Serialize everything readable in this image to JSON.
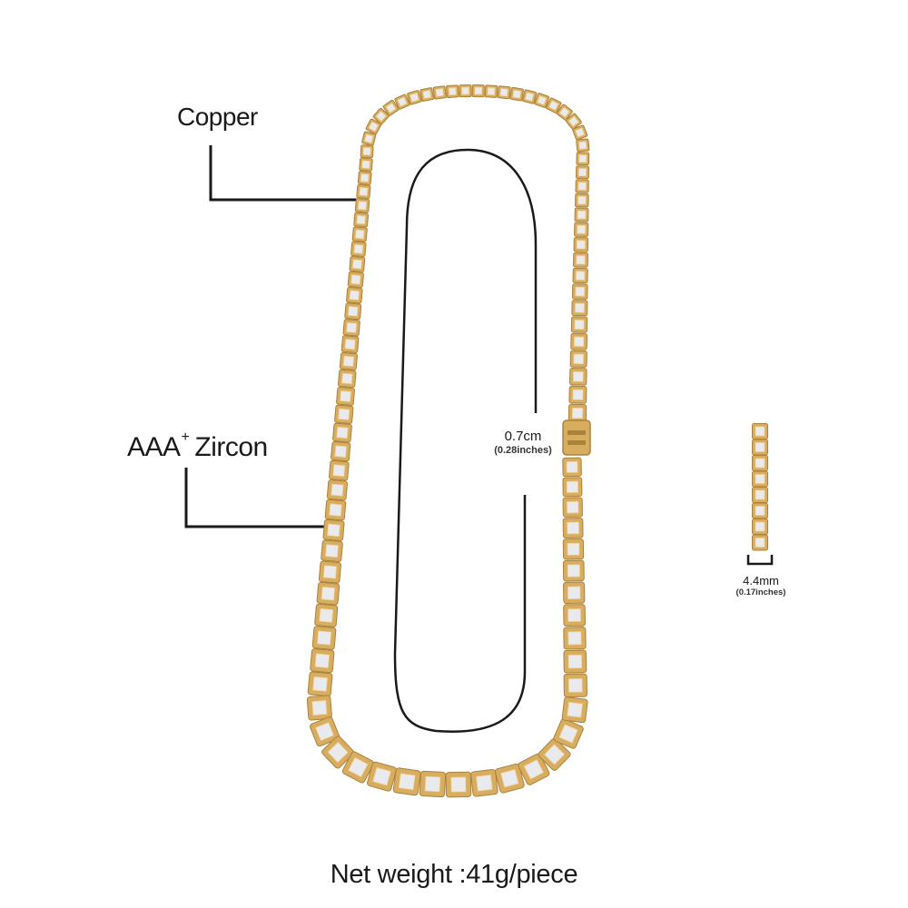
{
  "labels": {
    "copper": "Copper",
    "zircon_grade": "AAA",
    "zircon_superscript": "+",
    "zircon_name": "Zircon"
  },
  "dimensions": {
    "chain_width": "0.7cm",
    "chain_width_inches": "(0.28inches)",
    "stone_size": "4.4mm",
    "stone_size_inches": "(0.17inches)"
  },
  "caption": "Net weight :41g/piece",
  "colors": {
    "gold": "#d8ad5f",
    "gold_dark": "#a9823c",
    "gold_light": "#f1d49a",
    "stone": "#e9eaee",
    "line": "#1a1a1a"
  },
  "icons": {
    "necklace": "tennis-chain-illustration",
    "chain_segment": "chain-segment-illustration"
  }
}
